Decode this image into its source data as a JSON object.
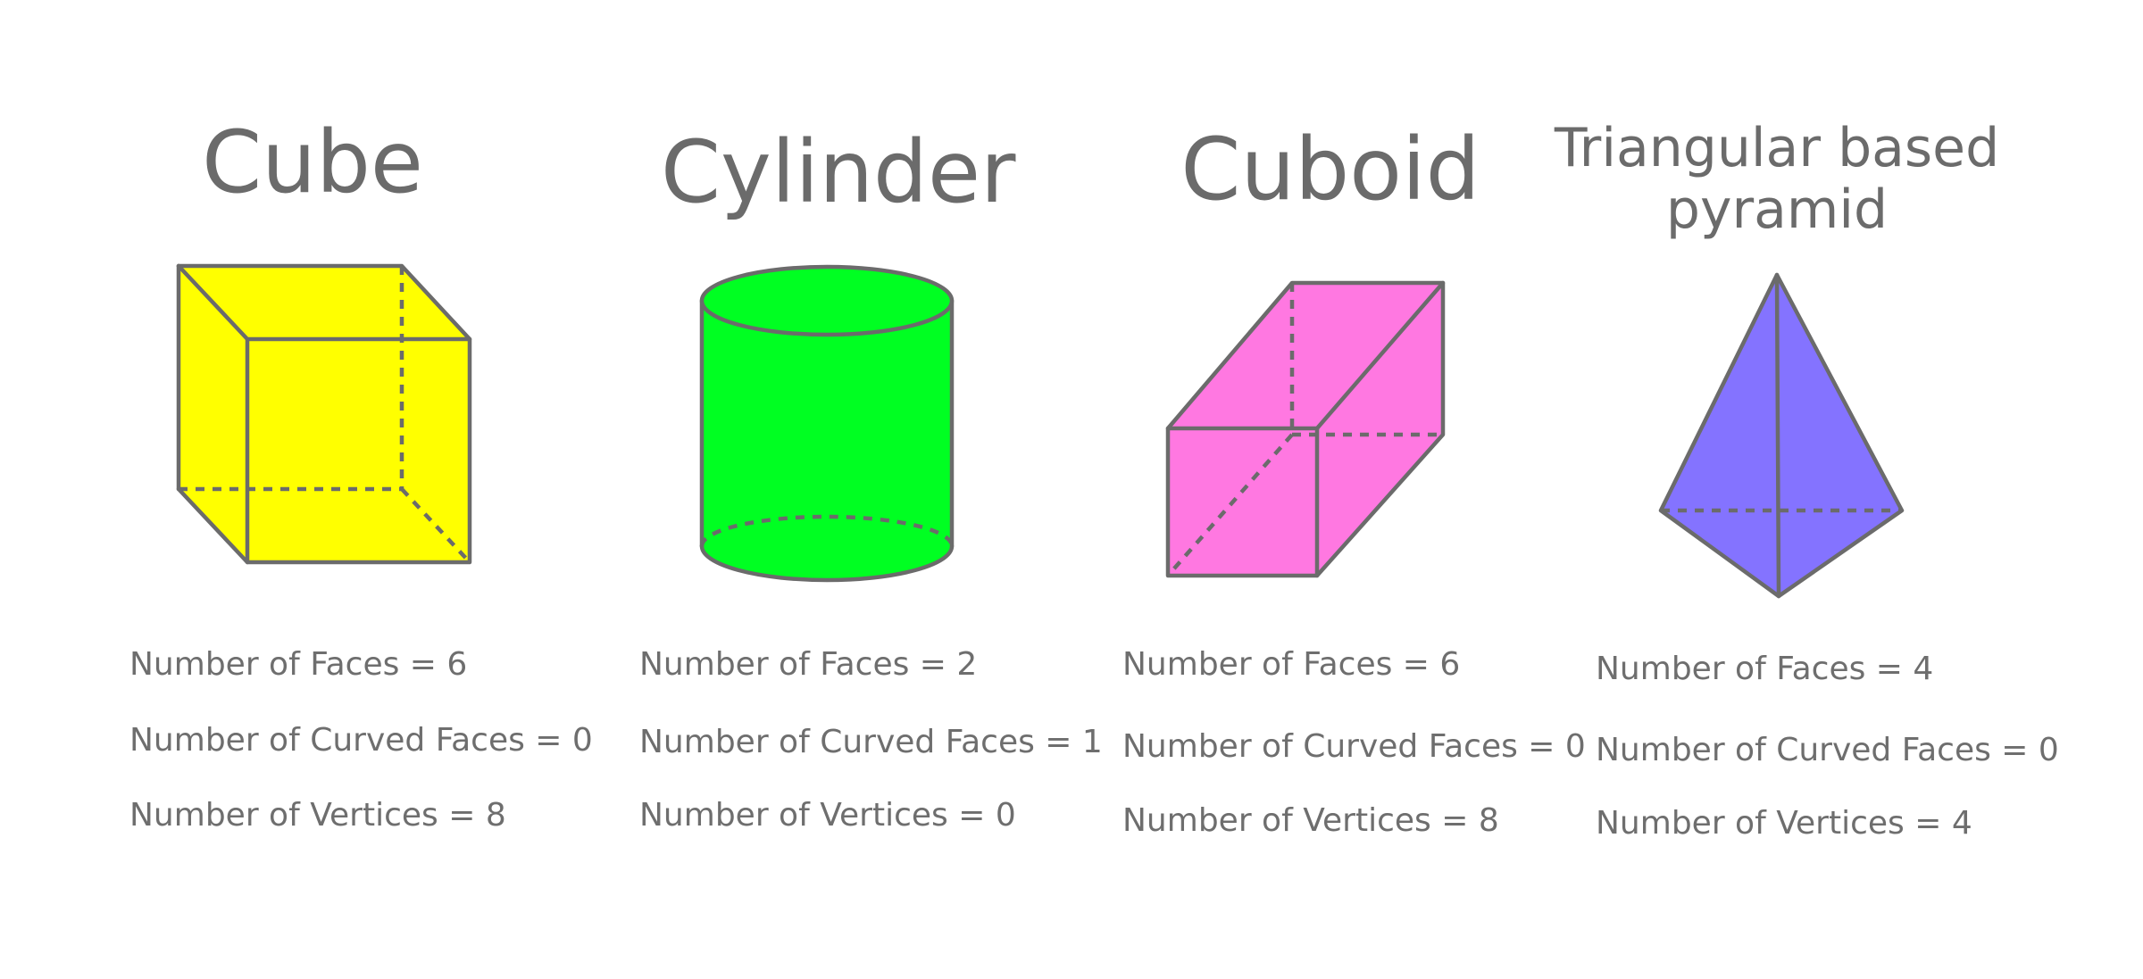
{
  "shapes": [
    {
      "name": "Cube",
      "color": "#ffff00",
      "facts": [
        "Number of Faces = 6",
        "Number of Curved Faces = 0",
        "Number of Vertices = 8"
      ]
    },
    {
      "name": "Cylinder",
      "color": "#00ff22",
      "facts": [
        "Number of Faces = 2",
        "Number of Curved Faces = 1",
        "Number of Vertices = 0"
      ]
    },
    {
      "name": "Cuboid",
      "color": "#ff78e1",
      "facts": [
        "Number of Faces = 6",
        "Number of Curved Faces = 0",
        "Number of Vertices = 8"
      ]
    },
    {
      "name": "Triangular based pyramid",
      "color": "#8473ff",
      "facts": [
        "Number of Faces = 4",
        "Number of Curved Faces = 0",
        "Number of Vertices = 4"
      ]
    }
  ],
  "colors": {
    "text": "#6b6b6b",
    "stroke": "#6b6b6b",
    "background": "#ffffff"
  }
}
